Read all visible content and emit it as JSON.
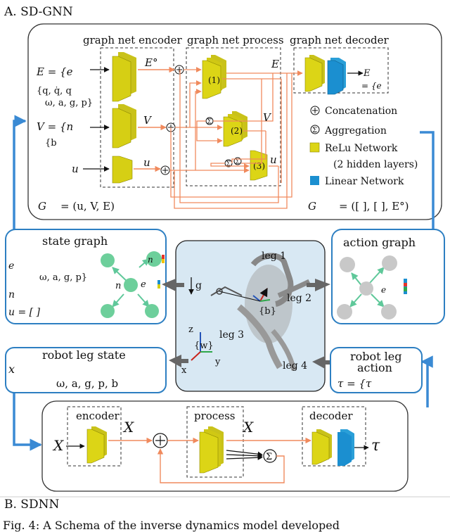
{
  "section_a": {
    "title": "A. SD-GNN",
    "encoder": "graph net encoder",
    "process": "graph net process",
    "decoder": "graph net decoder",
    "e_eq": "E = {e",
    "e_attr1": "{q, q̇, q",
    "e_attr2": "ω, a, g, p}",
    "v_eq": "V = {n",
    "v_attr": "{b",
    "u_sym": "u",
    "e0": "E°",
    "v0": "V",
    "u0": "u",
    "ek": "E",
    "vk": "V",
    "uk": "u",
    "eout": "E",
    "eout_set": "= {e",
    "step1": "(1)",
    "step2": "(2)",
    "step3": "(3)",
    "gin": "G",
    "gout": "G",
    "gout_rhs": "= ([ ], [ ], E°)",
    "gin_rhs": "= (u, V, E)",
    "legend": {
      "concat": "Concatenation",
      "aggr": "Aggregation",
      "relu1": "ReLu Network",
      "relu2": "(2 hidden layers)",
      "linear": "Linear Network"
    }
  },
  "state_graph": {
    "title": "state graph",
    "l1": "e",
    "l2": "ω, a, g, p}",
    "l3": "n",
    "l4": "u = [ ]",
    "node_n": "n",
    "node_e": "e"
  },
  "action_graph": {
    "title": "action graph",
    "node": "e"
  },
  "robot": {
    "leg1": "leg 1",
    "leg2": "leg 2",
    "leg3": "leg 3",
    "leg4": "leg 4",
    "g": "g",
    "b": "{b}",
    "w": "{w}",
    "x": "x",
    "y": "y",
    "z": "z"
  },
  "leg_state": {
    "title": "robot leg state",
    "l1": "x",
    "l2": "ω, a, g, p, b"
  },
  "leg_action": {
    "title1": "robot leg",
    "title2": "action",
    "eq": "τ = {τ"
  },
  "section_b": {
    "title": "B. SDNN",
    "encoder": "encoder",
    "process": "process",
    "decoder": "decoder",
    "x": "X",
    "x0": "X",
    "xk": "X",
    "tau": "τ"
  },
  "caption": "Fig. 4: A Schema of the inverse dynamics model developed"
}
